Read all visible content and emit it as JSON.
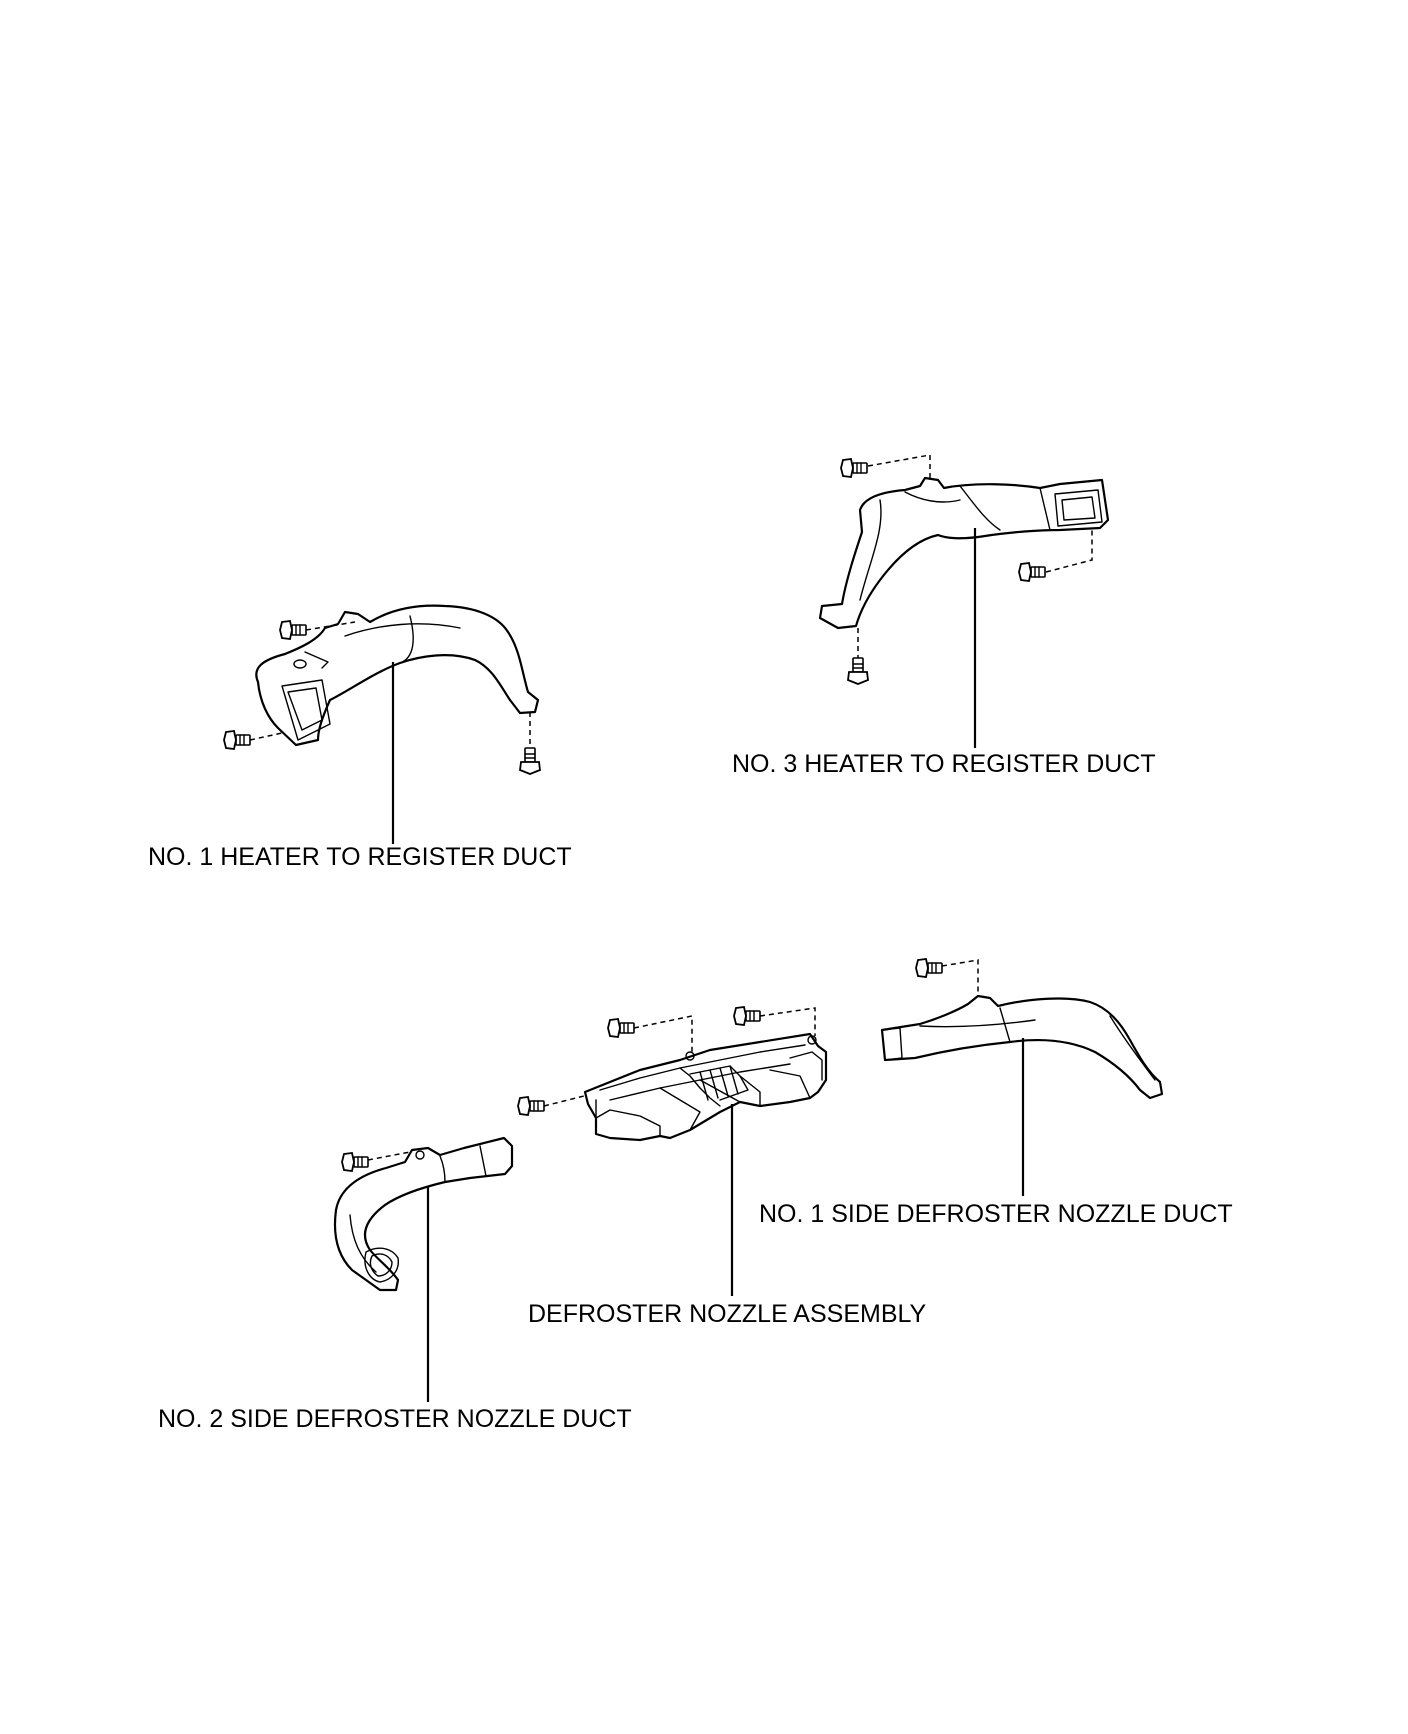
{
  "labels": {
    "no1_heater_duct": "NO. 1 HEATER TO REGISTER DUCT",
    "no3_heater_duct": "NO. 3 HEATER TO REGISTER DUCT",
    "no1_side_defroster": "NO. 1 SIDE DEFROSTER NOZZLE DUCT",
    "defroster_assembly": "DEFROSTER NOZZLE ASSEMBLY",
    "no2_side_defroster": "NO. 2 SIDE DEFROSTER NOZZLE DUCT"
  },
  "colors": {
    "line": "#000000",
    "background": "#ffffff"
  },
  "icons": [
    "bolt-icon"
  ]
}
